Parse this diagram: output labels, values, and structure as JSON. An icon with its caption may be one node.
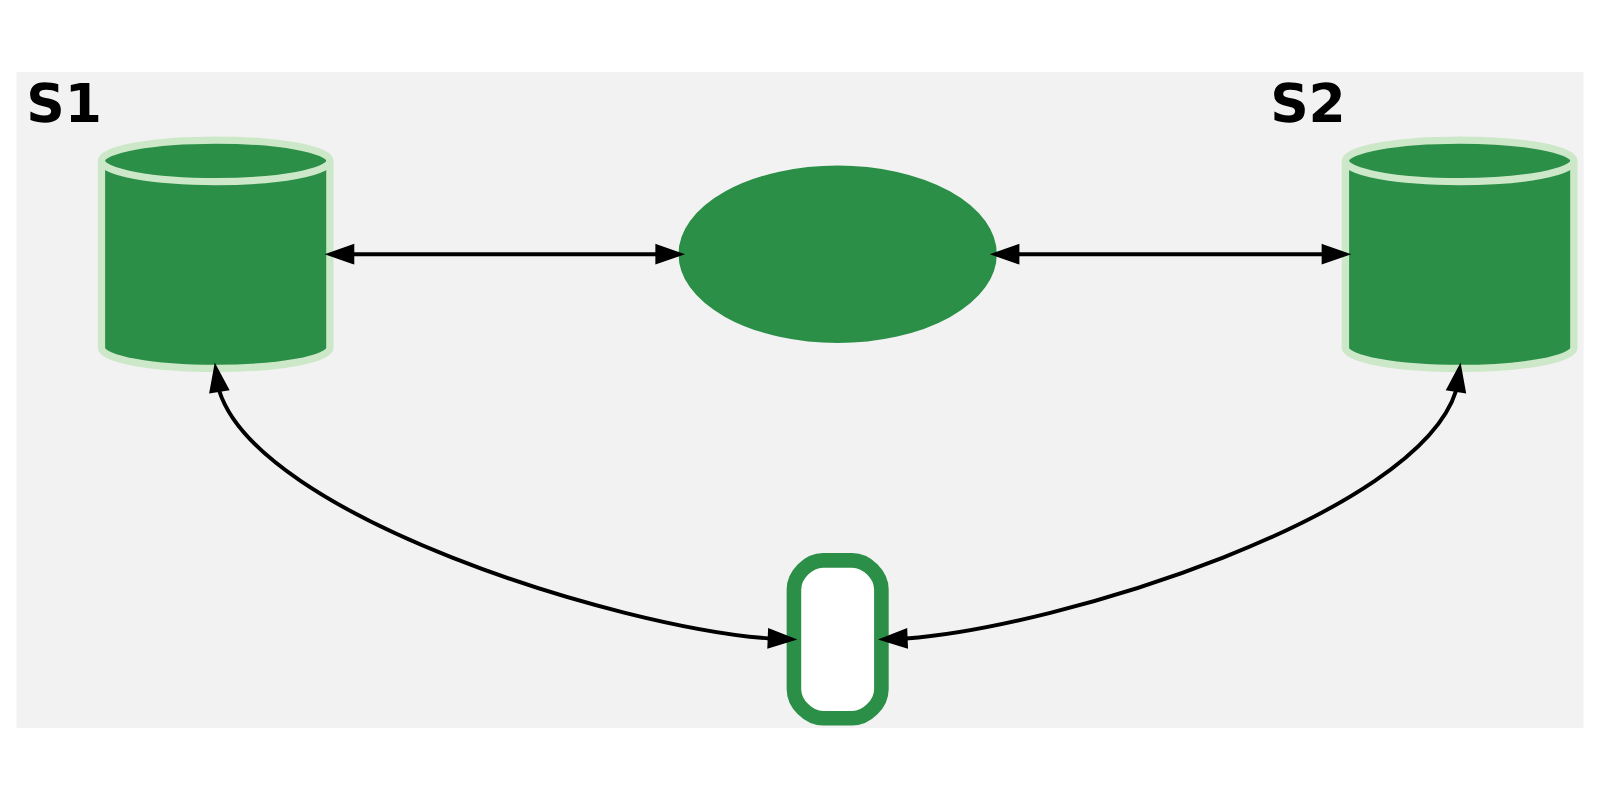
{
  "diagram": {
    "nodes": [
      {
        "text": [],
        "shape": "cylinder",
        "beside": [
          "S1"
        ]
      },
      {
        "text": [],
        "shape": "cloud"
      },
      {
        "text": [],
        "shape": "cylinder",
        "beside": [
          "S2"
        ]
      },
      {
        "text": [],
        "shape": "phone"
      }
    ],
    "edges": [
      {
        "from": 0,
        "to": 1,
        "arrow": "both"
      },
      {
        "from": 1,
        "to": 2,
        "arrow": "both"
      },
      {
        "from": 0,
        "to": 3,
        "arrow": "both"
      },
      {
        "from": 2,
        "to": 3,
        "arrow": "both"
      }
    ]
  }
}
